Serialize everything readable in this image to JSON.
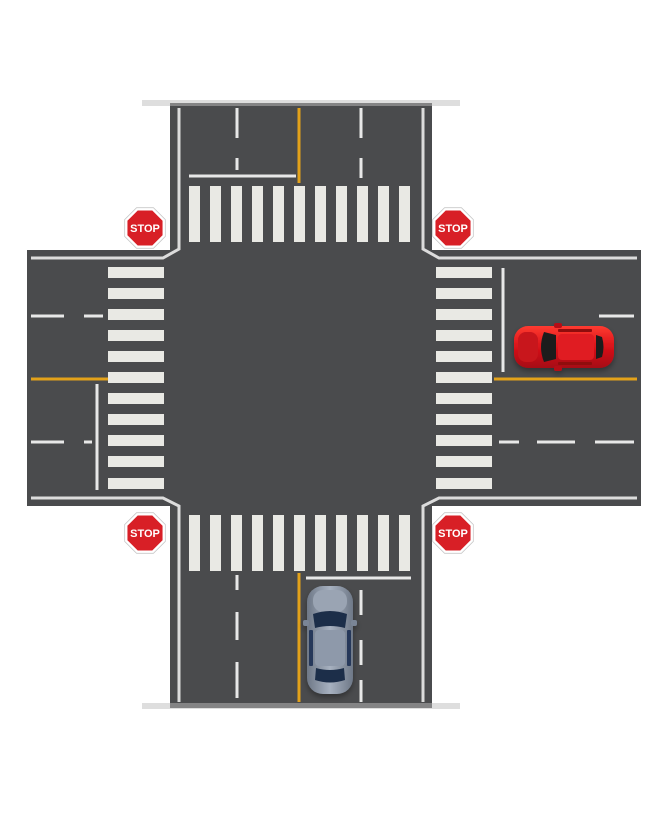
{
  "scene": {
    "colors": {
      "asphalt": "#4a4b4d",
      "lane_white": "#e8e8e8",
      "curb": "#dcdcdc",
      "center_yellow": "#e3a21a",
      "crosswalk": "#e9e9e4",
      "stop_red": "#d81f26",
      "stop_border": "#ffffff"
    },
    "stop_signs": [
      {
        "id": "nw",
        "label": "STOP"
      },
      {
        "id": "ne",
        "label": "STOP"
      },
      {
        "id": "sw",
        "label": "STOP"
      },
      {
        "id": "se",
        "label": "STOP"
      }
    ],
    "vehicles": [
      {
        "id": "red-car",
        "color": "#d8121a",
        "heading": "west"
      },
      {
        "id": "silver-car",
        "color": "#8a95a6",
        "heading": "north"
      }
    ]
  }
}
